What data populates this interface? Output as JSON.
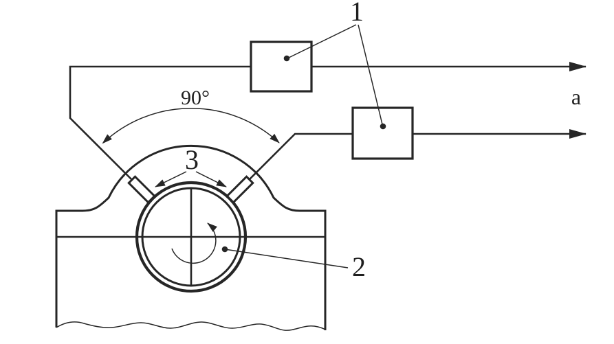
{
  "diagram": {
    "labels": {
      "pos1": "1",
      "pos2": "2",
      "pos3": "3",
      "angle": "90°",
      "output": "a"
    },
    "colors": {
      "line": "#262626",
      "text": "#1f1f1f",
      "background": "#ffffff"
    }
  }
}
